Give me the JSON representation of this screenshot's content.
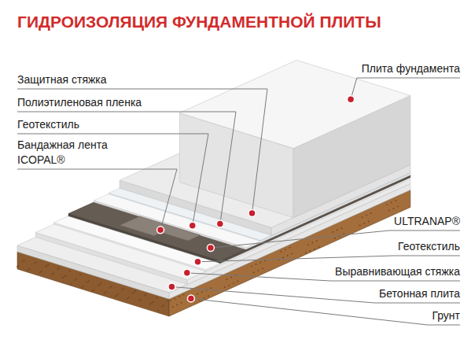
{
  "diagram": {
    "title": "ГИДРОИЗОЛЯЦИЯ ФУНДАМЕНТНОЙ ПЛИТЫ",
    "labels": [
      "Защитная стяжка",
      "Плита фундамента",
      "Полиэтиленовая пленка",
      "Геотекстиль",
      "Бандажная лента ICOPAL®",
      "ULTRANAP®",
      "Геотекстиль",
      "Выравнивающая стяжка",
      "Бетонная плита",
      "Грунт"
    ]
  }
}
